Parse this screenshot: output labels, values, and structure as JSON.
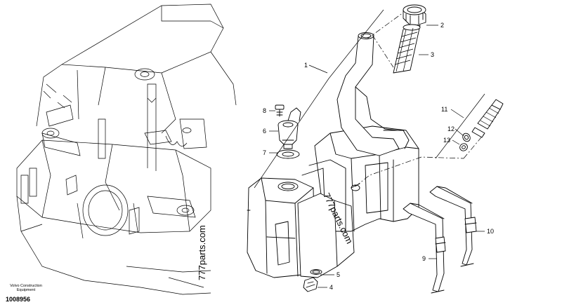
{
  "diagram": {
    "callouts": [
      {
        "id": "callout-1",
        "text": "1"
      },
      {
        "id": "callout-2",
        "text": "2"
      },
      {
        "id": "callout-3",
        "text": "3"
      },
      {
        "id": "callout-4",
        "text": "4"
      },
      {
        "id": "callout-5",
        "text": "5"
      },
      {
        "id": "callout-6",
        "text": "6"
      },
      {
        "id": "callout-7",
        "text": "7"
      },
      {
        "id": "callout-8",
        "text": "8"
      },
      {
        "id": "callout-9",
        "text": "9"
      },
      {
        "id": "callout-10",
        "text": "10"
      },
      {
        "id": "callout-11",
        "text": "11"
      },
      {
        "id": "callout-12",
        "text": "12"
      },
      {
        "id": "callout-13",
        "text": "13"
      }
    ],
    "watermark_left": "777parts.com",
    "watermark_tank": "777parts.com",
    "manufacturer": "Volvo Construction Equipment",
    "document_number": "1008956"
  }
}
